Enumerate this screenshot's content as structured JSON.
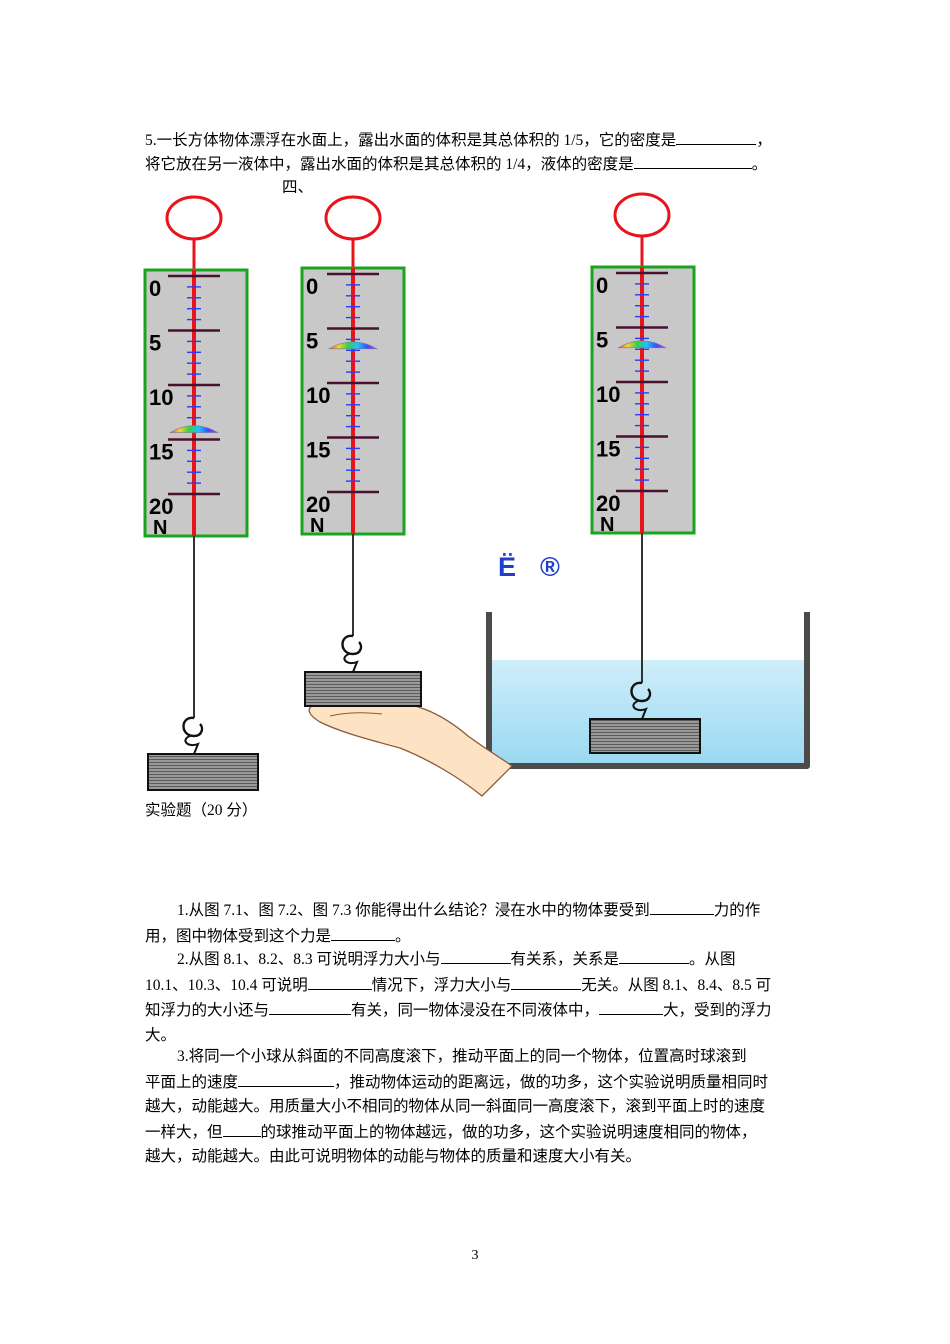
{
  "q5": {
    "line1": "5.一长方体物体漂浮在水面上，露出水面的体积是其总体积的 1/5，它的密度是",
    "line1_end": "，",
    "line2": "将它放在另一液体中，露出水面的体积是其总体积的 1/4，液体的密度是",
    "line2_end": "。"
  },
  "section_four": "四、",
  "figure": {
    "scale_numbers": [
      "0",
      "5",
      "10",
      "15",
      "20"
    ],
    "unit": "N",
    "glyph_left": "Ë",
    "glyph_right": "®",
    "readings_N": [
      14,
      6.5,
      6.5
    ]
  },
  "section_title": "实验题（20 分）",
  "q1": {
    "a": "1.从图 7.1、图 7.2、图 7.3 你能得出什么结论？浸在水中的物体要受到",
    "b": "力的作",
    "c": "用，图中物体受到这个力是",
    "d": "。"
  },
  "q2": {
    "a": "2.从图 8.1、8.2、8.3 可说明浮力大小与",
    "b": "有关系，关系是",
    "c": "。从图",
    "d": "10.1、10.3、10.4 可说明",
    "e": "情况下，浮力大小与",
    "f": "无关。从图 8.1、8.4、8.5 可",
    "g": "知浮力的大小还与",
    "h": "有关，同一物体浸没在不同液体中，",
    "i": "大，受到的浮力",
    "j": "大。"
  },
  "q3": {
    "a": "3.将同一个小球从斜面的不同高度滚下，推动平面上的同一个物体，位置高时球滚到",
    "b": "平面上的速度",
    "c": "，推动物体运动的距离远，做的功多，这个实验说明质量相同时",
    "d": "越大，动能越大。用质量大小不相同的物体从同一斜面同一高度滚下，滚到平面上时的速度",
    "e": "一样大，但",
    "f": "的球推动平面上的物体越远，做的功多，这个实验说明速度相同的物体，",
    "g": "越大，动能越大。由此可说明物体的动能与物体的质量和速度大小有关。"
  },
  "page_number": "3"
}
